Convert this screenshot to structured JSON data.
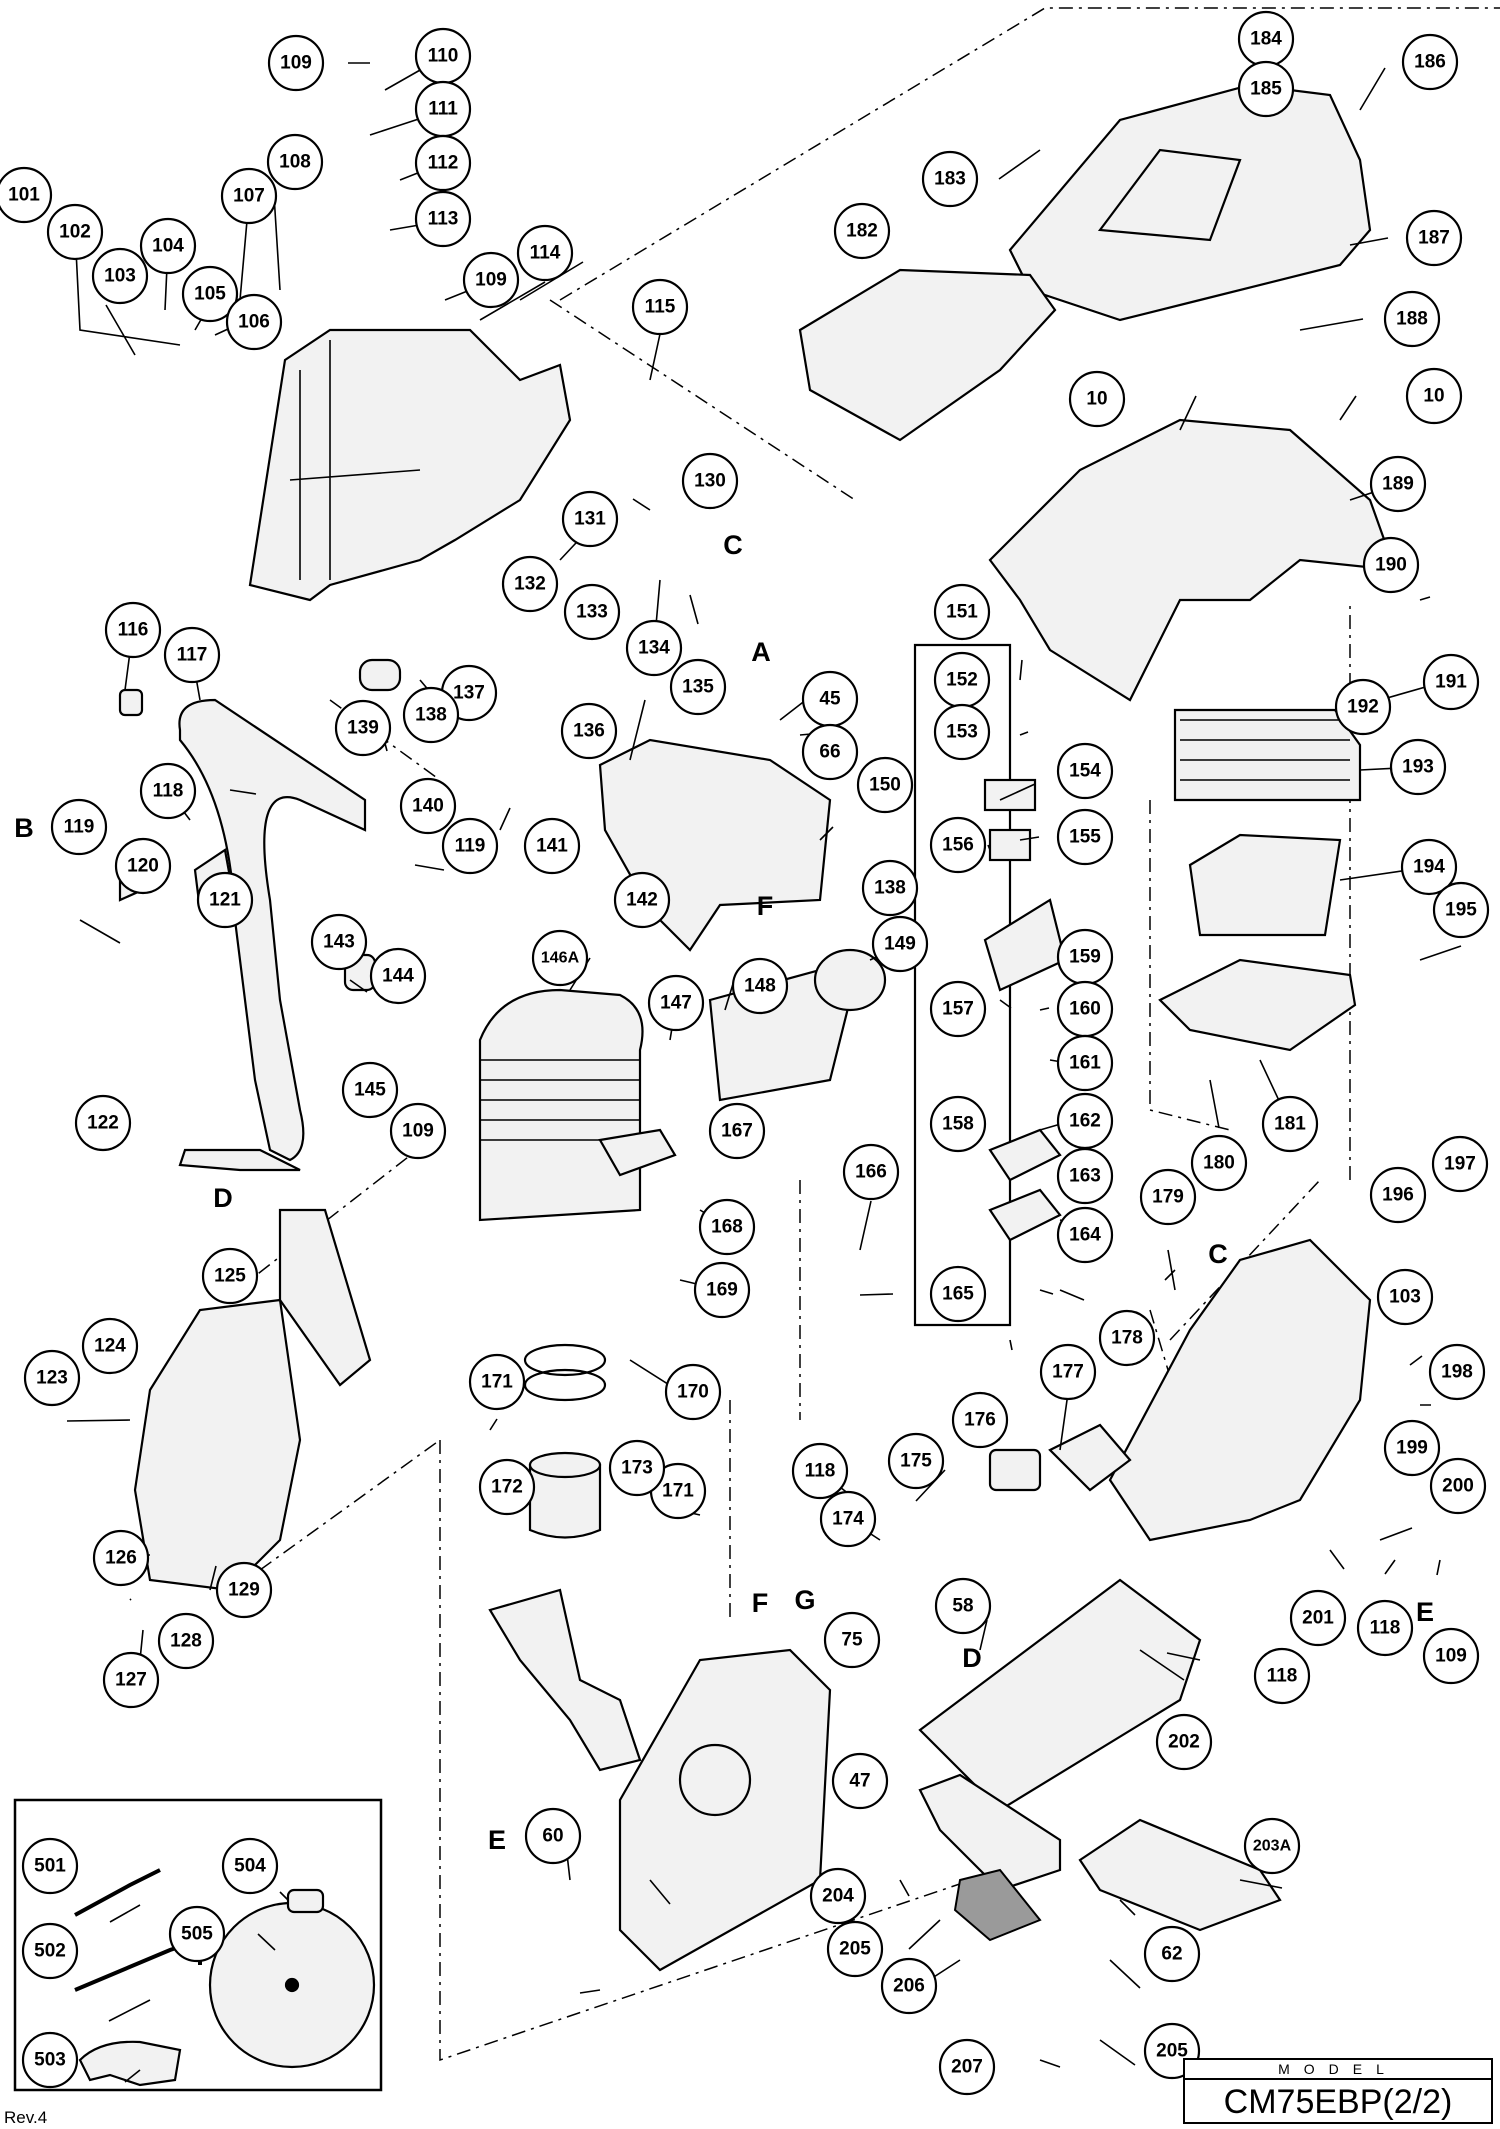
{
  "model": {
    "label": "MODEL",
    "name": "CM75EBP(2/2)"
  },
  "revision": "Rev.4",
  "callouts": [
    "10",
    "10",
    "45",
    "47",
    "58",
    "60",
    "62",
    "66",
    "75",
    "101",
    "102",
    "103",
    "103",
    "104",
    "105",
    "106",
    "107",
    "108",
    "109",
    "109",
    "109",
    "109",
    "110",
    "111",
    "112",
    "113",
    "114",
    "115",
    "116",
    "117",
    "118",
    "118",
    "118",
    "118",
    "119",
    "119",
    "120",
    "121",
    "122",
    "123",
    "124",
    "125",
    "126",
    "127",
    "128",
    "129",
    "130",
    "131",
    "132",
    "133",
    "134",
    "135",
    "136",
    "137",
    "138",
    "138",
    "139",
    "140",
    "141",
    "142",
    "143",
    "144",
    "145",
    "146A",
    "147",
    "148",
    "149",
    "150",
    "151",
    "152",
    "153",
    "154",
    "155",
    "156",
    "157",
    "158",
    "159",
    "160",
    "161",
    "162",
    "163",
    "164",
    "165",
    "166",
    "167",
    "168",
    "169",
    "170",
    "171",
    "171",
    "172",
    "173",
    "174",
    "175",
    "176",
    "177",
    "178",
    "179",
    "180",
    "181",
    "182",
    "183",
    "184",
    "185",
    "186",
    "187",
    "188",
    "189",
    "190",
    "191",
    "192",
    "193",
    "194",
    "195",
    "196",
    "197",
    "198",
    "199",
    "200",
    "201",
    "202",
    "203A",
    "204",
    "205",
    "205",
    "206",
    "207",
    "501",
    "502",
    "503",
    "504",
    "505"
  ],
  "reference_letters": [
    "A",
    "B",
    "C",
    "C",
    "D",
    "D",
    "E",
    "E",
    "F",
    "F",
    "G"
  ]
}
